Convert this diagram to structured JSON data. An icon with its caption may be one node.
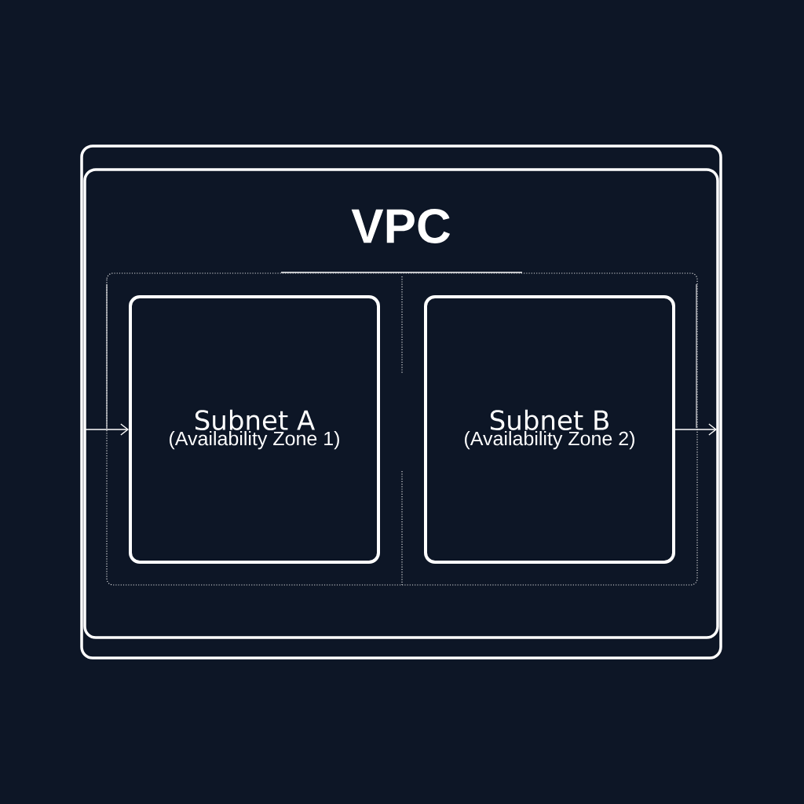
{
  "diagram": {
    "nodes": [
      {
        "text": [
          "VPC"
        ]
      },
      {
        "text": [
          "Subnet A",
          "(Availability Zone 1)"
        ],
        "in": 0
      },
      {
        "text": [
          "Subnet B",
          "(Availability Zone 2)"
        ],
        "in": 0
      }
    ],
    "edges": [
      {
        "from": null,
        "to": 1,
        "arrow": "to"
      },
      {
        "from": 2,
        "to": null,
        "arrow": "to"
      }
    ]
  }
}
